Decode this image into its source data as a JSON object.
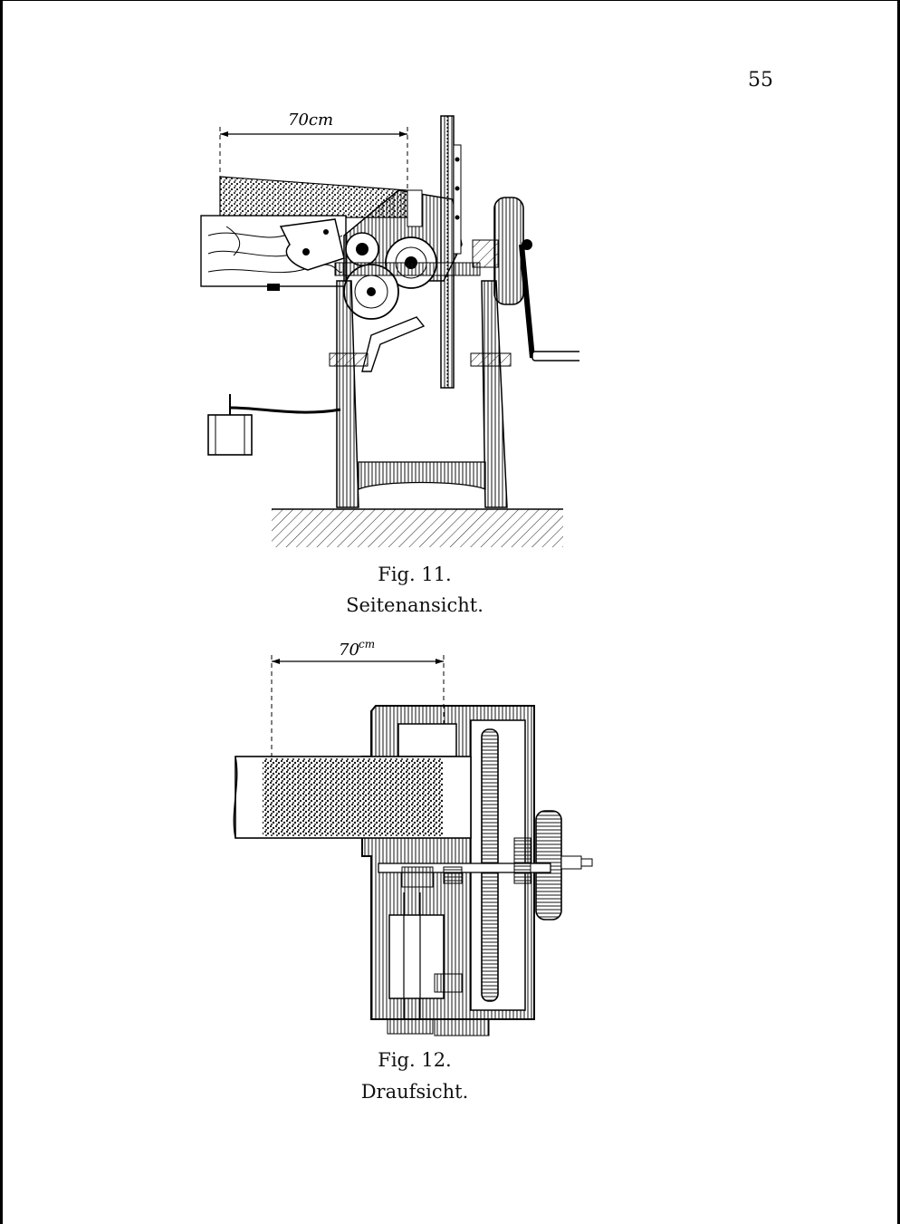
{
  "page": {
    "number": "55"
  },
  "figure_11": {
    "dimension_label": "70cm",
    "caption": "Fig. 11.",
    "subcaption": "Seitenansicht."
  },
  "figure_12": {
    "dimension_label": "70",
    "dimension_unit": "cm",
    "caption": "Fig. 12.",
    "subcaption": "Draufsicht."
  }
}
